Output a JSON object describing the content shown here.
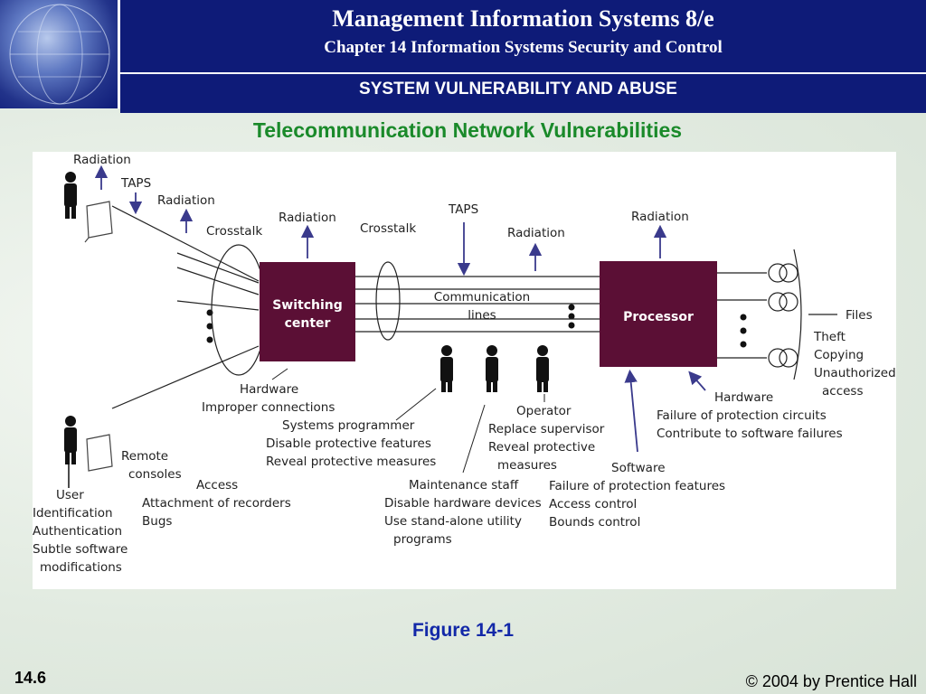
{
  "header": {
    "title": "Management Information Systems 8/e",
    "subtitle": "Chapter 14 Information Systems Security and Control",
    "section": "SYSTEM VULNERABILITY AND ABUSE"
  },
  "heading": "Telecommunication Network Vulnerabilities",
  "caption": "Figure 14-1",
  "footer": {
    "slide_number": "14.6",
    "copyright": "© 2004 by Prentice Hall"
  },
  "colors": {
    "header_bg": "#0e1b78",
    "heading": "#1a8a2a",
    "caption": "#1228a8",
    "box_fill": "#5b0f35"
  },
  "diagram": {
    "boxes": {
      "switching_1": "Switching",
      "switching_2": "center",
      "processor": "Processor"
    },
    "labels": {
      "radiation": "Radiation",
      "taps": "TAPS",
      "crosstalk": "Crosstalk",
      "comm_1": "Communication",
      "comm_2": "lines",
      "files": "Files",
      "theft": "Theft",
      "copying": "Copying",
      "unauth_1": "Unauthorized",
      "unauth_2": "access",
      "hardware": "Hardware",
      "improper": "Improper connections",
      "sysprog": "Systems programmer",
      "disable_prot": "Disable protective features",
      "reveal_prot_meas": "Reveal protective measures",
      "operator": "Operator",
      "replace_sup": "Replace supervisor",
      "reveal_prot": "Reveal protective",
      "measures": "measures",
      "fail_circuits": "Failure of protection circuits",
      "contribute": "Contribute to software failures",
      "remote_1": "Remote",
      "remote_2": "consoles",
      "access": "Access",
      "attach_rec": "Attachment of recorders",
      "bugs": "Bugs",
      "maint": "Maintenance staff",
      "disable_hw": "Disable hardware devices",
      "standalone": "Use stand-alone utility",
      "programs": "programs",
      "software": "Software",
      "fail_features": "Failure of protection features",
      "access_control": "Access control",
      "bounds_control": "Bounds control",
      "user": "User",
      "identification": "Identification",
      "authentication": "Authentication",
      "subtle": "Subtle software",
      "modifications": "modifications"
    }
  }
}
